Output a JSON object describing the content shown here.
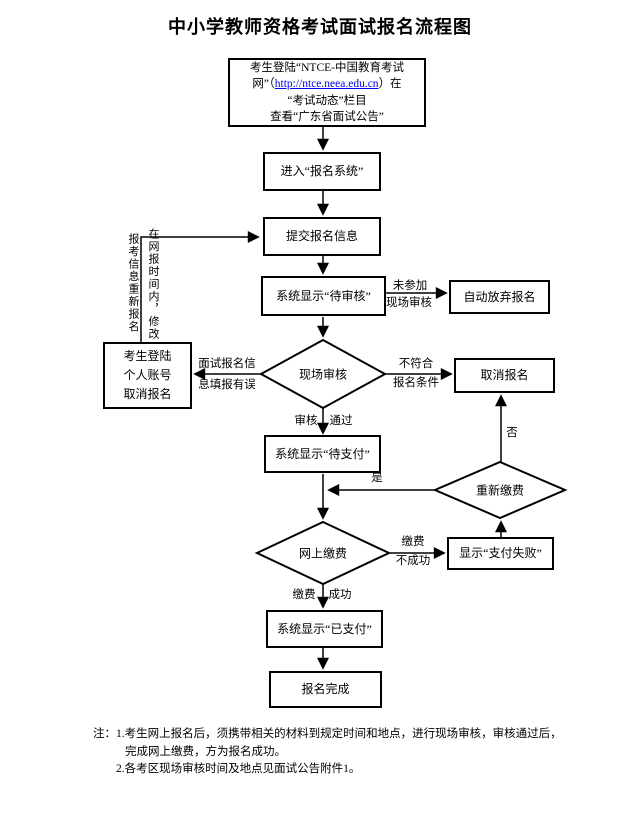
{
  "title": "中小学教师资格考试面试报名流程图",
  "colors": {
    "background": "#FFFFFF",
    "line": "#000000",
    "link": "#0000EE"
  },
  "flowchart": {
    "notice_box": {
      "line1": "考生登陆“NTCE-中国教育考试",
      "line2_prefix": "网”（",
      "link": "http://ntce.neea.edu.cn",
      "line2_suffix": "）在",
      "line3": "“考试动态”栏目",
      "line4": "查看“广东省面试公告”"
    },
    "enter_system": "进入“报名系统”",
    "submit_info": "提交报名信息",
    "pending_review": "系统显示“待审核”",
    "auto_abandon": "自动放弃报名",
    "label_no_onsite_line1": "未参加",
    "label_no_onsite_line2": "现场审核",
    "onsite_review": "现场审核",
    "label_info_error_line1": "面试报名信",
    "label_info_error_line2": "息填报有误",
    "cancel_personal_line1": "考生登陆",
    "cancel_personal_line2": "个人账号",
    "cancel_personal_line3": "取消报名",
    "vertical_note_col1": "在网报时间内，修改",
    "vertical_note_col2": "报考信息重新报名",
    "label_not_qualified_line1": "不符合",
    "label_not_qualified_line2": "报名条件",
    "cancel_box": "取消报名",
    "label_review_pass_part1": "审核",
    "label_review_pass_part2": "通过",
    "pending_payment": "系统显示“待支付”",
    "repay_diamond": "重新缴费",
    "label_no": "否",
    "label_yes": "是",
    "pay_online": "网上缴费",
    "label_pay_fail_line1": "缴费",
    "label_pay_fail_line2": "不成功",
    "payment_failed": "显示“支付失败”",
    "label_pay_success_part1": "缴费",
    "label_pay_success_part2": "成功",
    "paid": "系统显示“已支付”",
    "complete": "报名完成"
  },
  "notes": {
    "prefix": "注：",
    "line1": "1.考生网上报名后，须携带相关的材料到规定时间和地点，进行现场审核，审核通过后，",
    "line2": "完成网上缴费，方为报名成功。",
    "line3": "2.各考区现场审核时间及地点见面试公告附件1。"
  }
}
